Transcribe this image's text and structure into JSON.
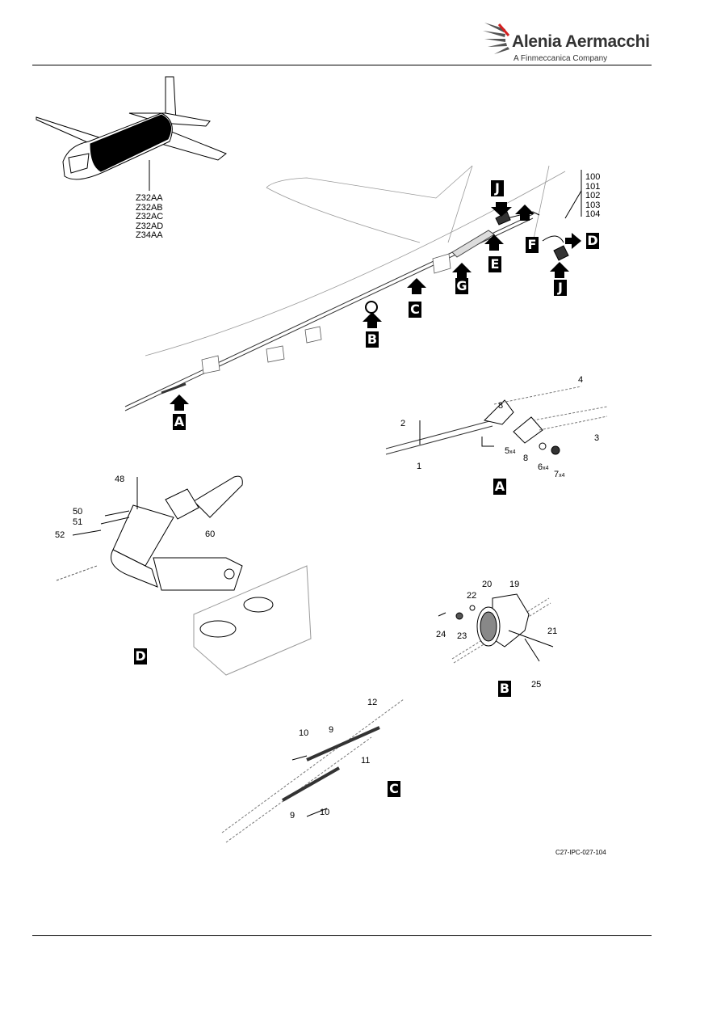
{
  "header": {
    "company_name": "Alenia Aermacchi",
    "company_sub": "A Finmeccanica Company"
  },
  "aircraft_zones": [
    "Z32AA",
    "Z32AB",
    "Z32AC",
    "Z32AD",
    "Z34AA"
  ],
  "effectivity_codes": [
    "100",
    "101",
    "102",
    "103",
    "104"
  ],
  "view_callouts": {
    "J_top": "J",
    "F": "F",
    "D": "D",
    "E": "E",
    "G": "G",
    "J_bottom": "J",
    "C": "C",
    "B": "B",
    "A": "A"
  },
  "detail_A": {
    "tag": "A",
    "items": {
      "i1": "1",
      "i2": "2",
      "i3": "3",
      "i4": "4",
      "i8a": "8",
      "i8b": "8",
      "i5": "5",
      "i5q": "x4",
      "i6": "6",
      "i6q": "x4",
      "i7": "7",
      "i7q": "x4"
    }
  },
  "detail_D": {
    "tag": "D",
    "items": {
      "i48": "48",
      "i50": "50",
      "i51": "51",
      "i52": "52",
      "i60": "60"
    }
  },
  "detail_B": {
    "tag": "B",
    "items": {
      "i19": "19",
      "i20": "20",
      "i21": "21",
      "i22": "22",
      "i23": "23",
      "i24": "24",
      "i25": "25"
    }
  },
  "detail_C": {
    "tag": "C",
    "items": {
      "i9a": "9",
      "i9b": "9",
      "i10a": "10",
      "i10b": "10",
      "i11": "11",
      "i12": "12"
    }
  },
  "figure_code": "C27-IPC-027-104"
}
